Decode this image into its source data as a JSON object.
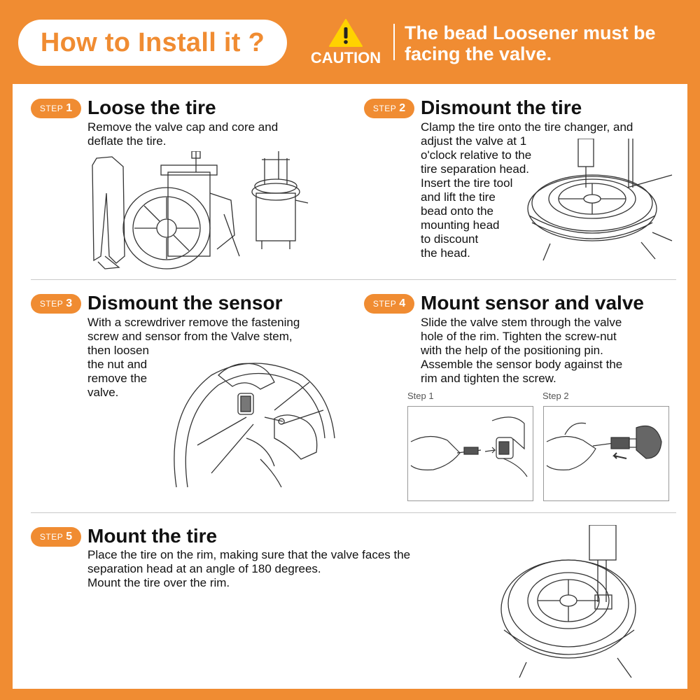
{
  "header": {
    "title": "How to Install it ?",
    "caution_label": "CAUTION",
    "caution_text": "The bead Loosener must be facing the valve."
  },
  "steps": [
    {
      "word": "STEP",
      "number": "1",
      "title": "Loose the tire",
      "lines": [
        "Remove the valve cap and core and",
        "deflate the tire."
      ]
    },
    {
      "word": "STEP",
      "number": "2",
      "title": "Dismount the tire",
      "lines": [
        "Clamp the tire onto the tire changer, and",
        "adjust the valve at 1",
        "o'clock relative to the",
        "tire separation head.",
        "Insert the tire tool",
        "and lift the tire",
        "bead onto the",
        "mounting head",
        "to discount",
        "the head."
      ]
    },
    {
      "word": "STEP",
      "number": "3",
      "title": "Dismount the sensor",
      "lines": [
        "With a screwdriver remove the fastening",
        "screw and sensor from the Valve stem,",
        "then loosen",
        "the nut and",
        "remove the",
        "valve."
      ]
    },
    {
      "word": "STEP",
      "number": "4",
      "title": "Mount sensor and valve",
      "lines": [
        "Slide the valve stem through the valve",
        "hole of the rim. Tighten the screw-nut",
        "with the help of the positioning pin.",
        "Assemble the sensor body against the",
        "rim and tighten the screw."
      ],
      "sub_captions": [
        "Step 1",
        "Step 2"
      ]
    },
    {
      "word": "STEP",
      "number": "5",
      "title": "Mount the tire",
      "lines": [
        "Place the tire on the rim, making sure that the valve faces the",
        "separation head at an angle of 180 degrees.",
        "Mount the tire over the rim."
      ]
    }
  ],
  "icons": {
    "caution": "warning-triangle-icon"
  },
  "colors": {
    "accent": "#f08c32",
    "caution_yellow": "#ffd200"
  }
}
